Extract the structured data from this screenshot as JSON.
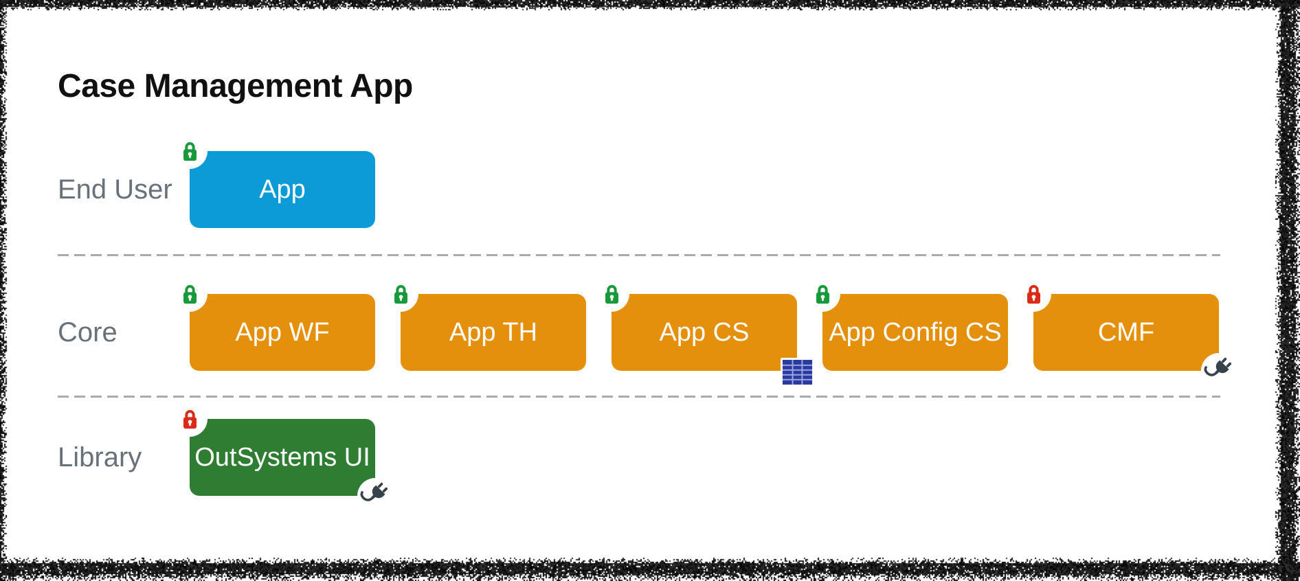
{
  "title": "Case Management App",
  "rows": [
    {
      "label": "End User",
      "modules": [
        {
          "name": "App",
          "kind": "end-user",
          "lock": "green",
          "badge": null
        }
      ]
    },
    {
      "label": "Core",
      "modules": [
        {
          "name": "App WF",
          "kind": "core",
          "lock": "green",
          "badge": null
        },
        {
          "name": "App TH",
          "kind": "core",
          "lock": "green",
          "badge": null
        },
        {
          "name": "App CS",
          "kind": "core",
          "lock": "green",
          "badge": "entity-grid"
        },
        {
          "name": "App Config CS",
          "kind": "core",
          "lock": "green",
          "badge": null
        },
        {
          "name": "CMF",
          "kind": "core",
          "lock": "red",
          "badge": "plug"
        }
      ]
    },
    {
      "label": "Library",
      "modules": [
        {
          "name": "OutSystems UI",
          "kind": "library",
          "lock": "red",
          "badge": "plug"
        }
      ]
    }
  ],
  "colors": {
    "card_bg": "#ffffff",
    "title_color": "#111111",
    "label_gray": "#68707a",
    "divider": "#a7abb0",
    "module_end_user": "#0d9bd7",
    "module_core": "#e4900d",
    "module_library": "#2f7d33",
    "lock_green": "#18993c",
    "lock_red": "#dc2a18",
    "plug": "#37424a",
    "entity_icon": "#2b3a9e",
    "entity_grid_line": "#9aa6e0"
  }
}
